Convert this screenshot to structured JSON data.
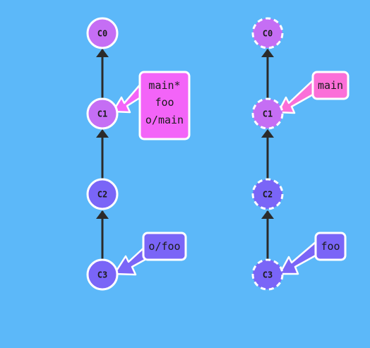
{
  "colors": {
    "background": "#5cb8f9",
    "purple_commit": "#c56ef4",
    "blue_commit": "#7a65f7",
    "pink_branch": "#f364f8",
    "hot_pink_branch": "#fb6fd8",
    "blue_branch": "#7a65f7",
    "edge": "#2b2b2b",
    "stroke": "#ffffff"
  },
  "left_tree": {
    "commits": [
      {
        "id": "C0",
        "label": "C0",
        "color": "purple",
        "dashed": false
      },
      {
        "id": "C1",
        "label": "C1",
        "color": "purple",
        "dashed": false
      },
      {
        "id": "C2",
        "label": "C2",
        "color": "blue",
        "dashed": false
      },
      {
        "id": "C3",
        "label": "C3",
        "color": "blue",
        "dashed": false
      }
    ],
    "branches": [
      {
        "target": "C1",
        "lines": [
          "main*",
          "foo",
          "o/main"
        ],
        "color": "pink"
      },
      {
        "target": "C3",
        "lines": [
          "o/foo"
        ],
        "color": "blue"
      }
    ]
  },
  "right_tree": {
    "commits": [
      {
        "id": "C0",
        "label": "C0",
        "color": "purple",
        "dashed": true
      },
      {
        "id": "C1",
        "label": "C1",
        "color": "purple",
        "dashed": true
      },
      {
        "id": "C2",
        "label": "C2",
        "color": "blue",
        "dashed": true
      },
      {
        "id": "C3",
        "label": "C3",
        "color": "blue",
        "dashed": true
      }
    ],
    "branches": [
      {
        "target": "C1",
        "lines": [
          "main"
        ],
        "color": "hot-pink"
      },
      {
        "target": "C3",
        "lines": [
          "foo"
        ],
        "color": "blue"
      }
    ]
  }
}
